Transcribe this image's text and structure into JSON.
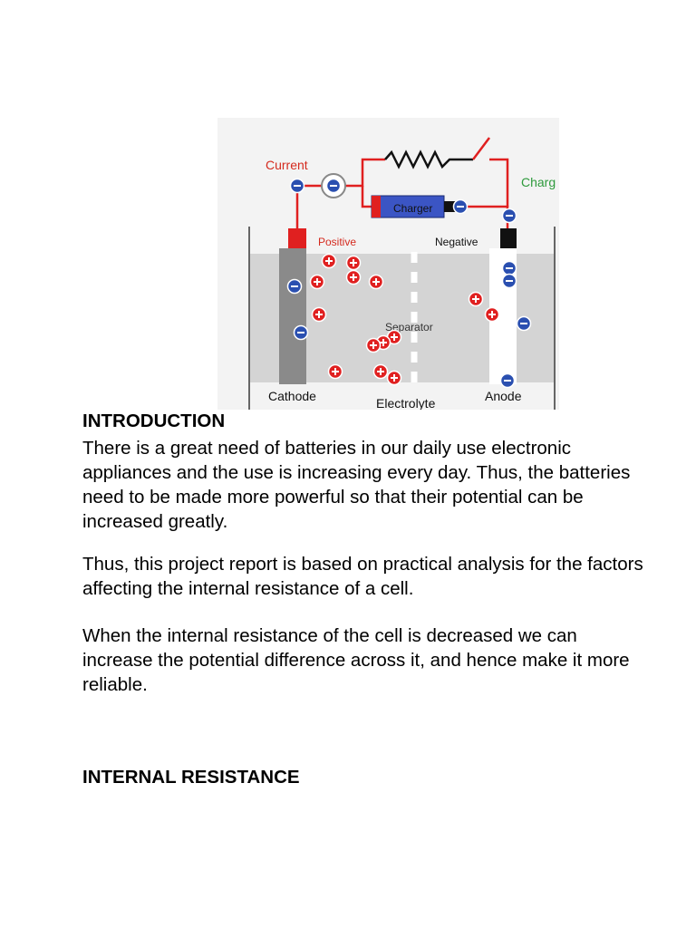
{
  "figure": {
    "labels": {
      "current": "Current",
      "charge": "Charg",
      "charger": "Charger",
      "positive": "Positive",
      "negative": "Negative",
      "separator": "Separator",
      "cathode": "Cathode",
      "electrolyte": "Electrolyte",
      "anode": "Anode"
    },
    "colors": {
      "positive_ion": "#e02020",
      "negative_ion": "#2a4fb0",
      "wire": "#e02020",
      "charge_text": "#2e9a3c",
      "current_text": "#d42a1e",
      "electrolyte": "#d4d4d4",
      "cathode": "#8a8a8a"
    }
  },
  "document": {
    "intro_heading": "INTRODUCTION",
    "paragraphs": [
      "There is a great need of batteries in our daily use electronic appliances and the use is increasing every day. Thus, the batteries need to be made more powerful so that their potential can be increased greatly.",
      "Thus, this project report is based on practical analysis for the factors affecting the internal resistance of a cell.",
      "When the internal resistance of the cell is decreased we can increase the potential difference across it, and hence make it more reliable."
    ],
    "resistance_heading": "INTERNAL RESISTANCE"
  }
}
